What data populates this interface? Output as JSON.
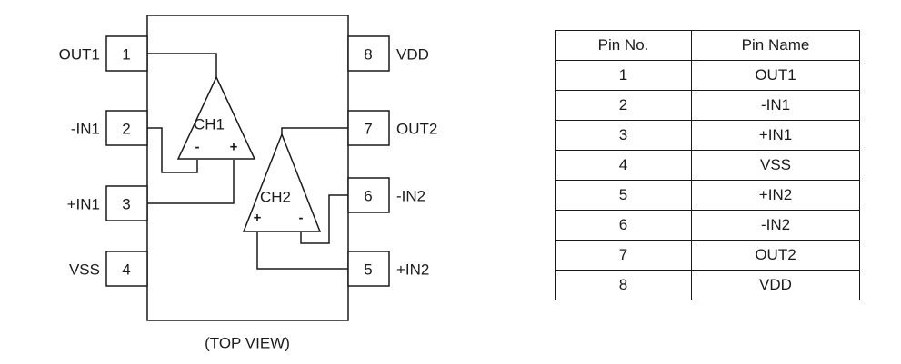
{
  "diagram": {
    "caption": "(TOP VIEW)",
    "pins_left": [
      {
        "num": "1",
        "label": "OUT1"
      },
      {
        "num": "2",
        "label": "-IN1"
      },
      {
        "num": "3",
        "label": "+IN1"
      },
      {
        "num": "4",
        "label": "VSS"
      }
    ],
    "pins_right": [
      {
        "num": "8",
        "label": "VDD"
      },
      {
        "num": "7",
        "label": "OUT2"
      },
      {
        "num": "6",
        "label": "-IN2"
      },
      {
        "num": "5",
        "label": "+IN2"
      }
    ],
    "opamps": [
      {
        "name": "CH1",
        "left_sign": "-",
        "right_sign": "+"
      },
      {
        "name": "CH2",
        "left_sign": "+",
        "right_sign": "-"
      }
    ]
  },
  "table": {
    "headers": [
      "Pin No.",
      "Pin Name"
    ],
    "rows": [
      [
        "1",
        "OUT1"
      ],
      [
        "2",
        "-IN1"
      ],
      [
        "3",
        "+IN1"
      ],
      [
        "4",
        "VSS"
      ],
      [
        "5",
        "+IN2"
      ],
      [
        "6",
        "-IN2"
      ],
      [
        "7",
        "OUT2"
      ],
      [
        "8",
        "VDD"
      ]
    ]
  },
  "colors": {
    "line": "#1a1a1a",
    "text": "#1a1a1a",
    "background": "#ffffff"
  }
}
